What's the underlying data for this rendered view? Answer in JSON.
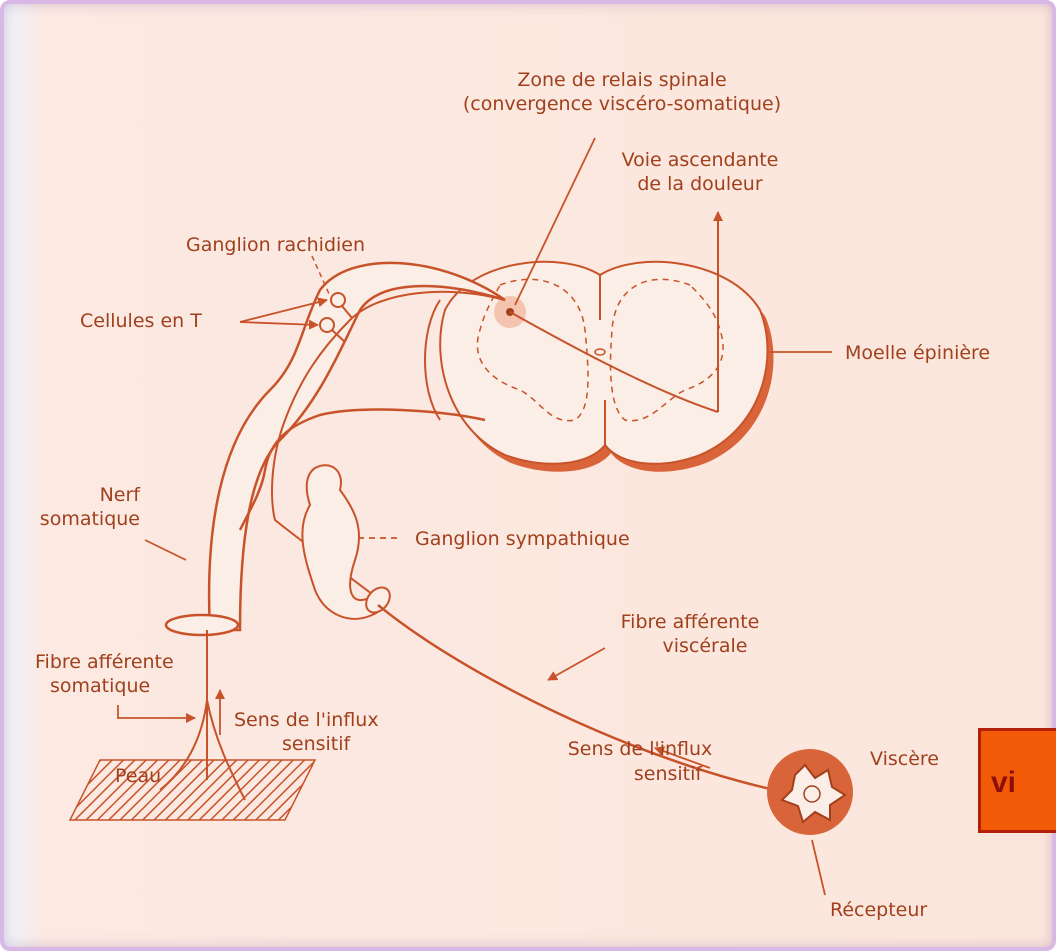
{
  "labels": {
    "zone_relais_1": "Zone de relais spinale",
    "zone_relais_2": "(convergence viscéro-somatique)",
    "voie_ascendante_1": "Voie ascendante",
    "voie_ascendante_2": "de la douleur",
    "ganglion_rachidien": "Ganglion rachidien",
    "cellules_en_t": "Cellules en T",
    "moelle_epiniere": "Moelle épinière",
    "nerf_1": "Nerf",
    "nerf_2": "somatique",
    "ganglion_sympathique": "Ganglion sympathique",
    "fibre_visc_1": "Fibre afférente",
    "fibre_visc_2": "viscérale",
    "fibre_som_1": "Fibre afférente",
    "fibre_som_2": "somatique",
    "sens_influx_top_1": "Sens de l'influx",
    "sens_influx_top_2": "sensitif",
    "peau": "Peau",
    "sens_influx_bottom_1": "Sens de l'influx",
    "sens_influx_bottom_2": "sensitif",
    "viscere": "Viscère",
    "recepteur": "Récepteur"
  },
  "overlay": {
    "text": "vi"
  },
  "colors": {
    "line": "#c8532a",
    "fill": "#fbeee6",
    "shadow": "#d9643a",
    "label": "#a1401c",
    "overlay_bg": "#f25a07",
    "overlay_text": "#8b0d0d"
  }
}
